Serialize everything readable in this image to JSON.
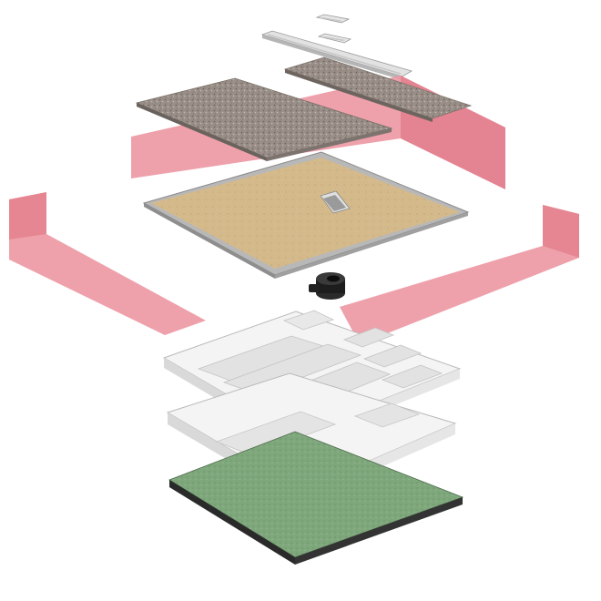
{
  "diagram": {
    "kind": "exploded-view",
    "components": [
      {
        "name": "drain-cover-plate",
        "color": "#e4e4e4"
      },
      {
        "name": "linear-drain-grate",
        "color": "#dadada"
      },
      {
        "name": "tile-surface-back",
        "color": "#9c9089"
      },
      {
        "name": "tile-surface-front",
        "color": "#958a84"
      },
      {
        "name": "waterproof-membrane-strip",
        "color": "#ea8f9a"
      },
      {
        "name": "shower-tray",
        "color": "#d2b689"
      },
      {
        "name": "drain-outlet",
        "color": "#1f1f1f"
      },
      {
        "name": "insulation-board-upper",
        "color": "#f3f3f3"
      },
      {
        "name": "insulation-board-lower",
        "color": "#f3f3f3"
      },
      {
        "name": "base-mat",
        "color": "#7ea77b"
      }
    ]
  }
}
